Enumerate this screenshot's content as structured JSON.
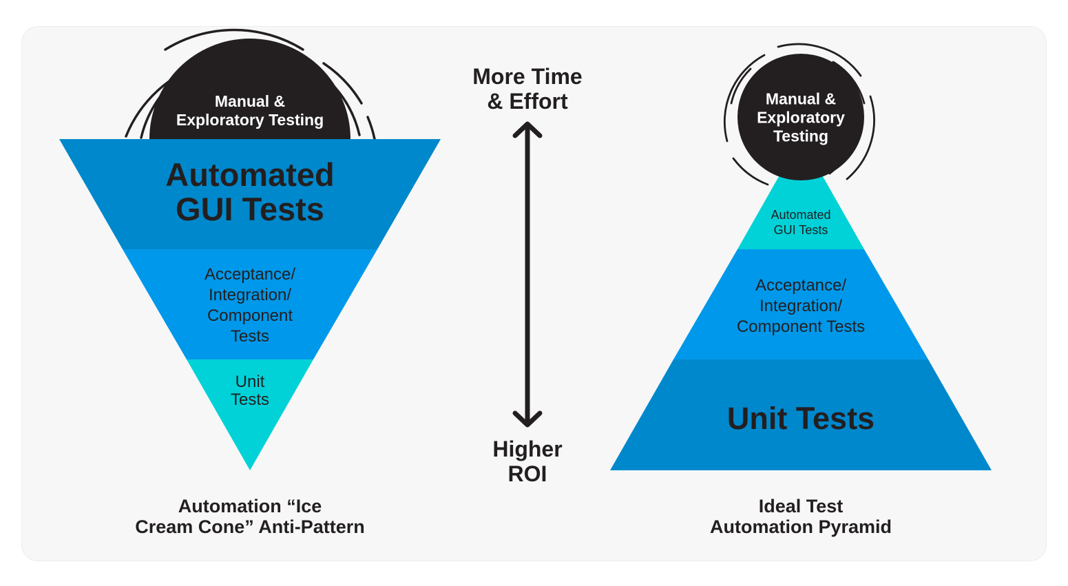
{
  "colors": {
    "dark": "#231f20",
    "blue_dark": "#0088cc",
    "blue_mid": "#0098ea",
    "cyan": "#00d2d8",
    "panel_bg": "#f7f7f7"
  },
  "ice_cream_cone": {
    "top_circle": "Manual &\nExploratory Testing",
    "gui_tests": "Automated\nGUI Tests",
    "acceptance": "Acceptance/\nIntegration/\nComponent\nTests",
    "unit_tests": "Unit\nTests",
    "caption": "Automation “Ice\nCream Cone” Anti-Pattern"
  },
  "scale": {
    "top": "More Time\n& Effort",
    "bottom": "Higher\nROI"
  },
  "pyramid": {
    "top_circle": "Manual &\nExploratory\nTesting",
    "gui_tests": "Automated\nGUI Tests",
    "acceptance": "Acceptance/\nIntegration/\nComponent Tests",
    "unit_tests": "Unit Tests",
    "caption": "Ideal Test\nAutomation Pyramid"
  }
}
